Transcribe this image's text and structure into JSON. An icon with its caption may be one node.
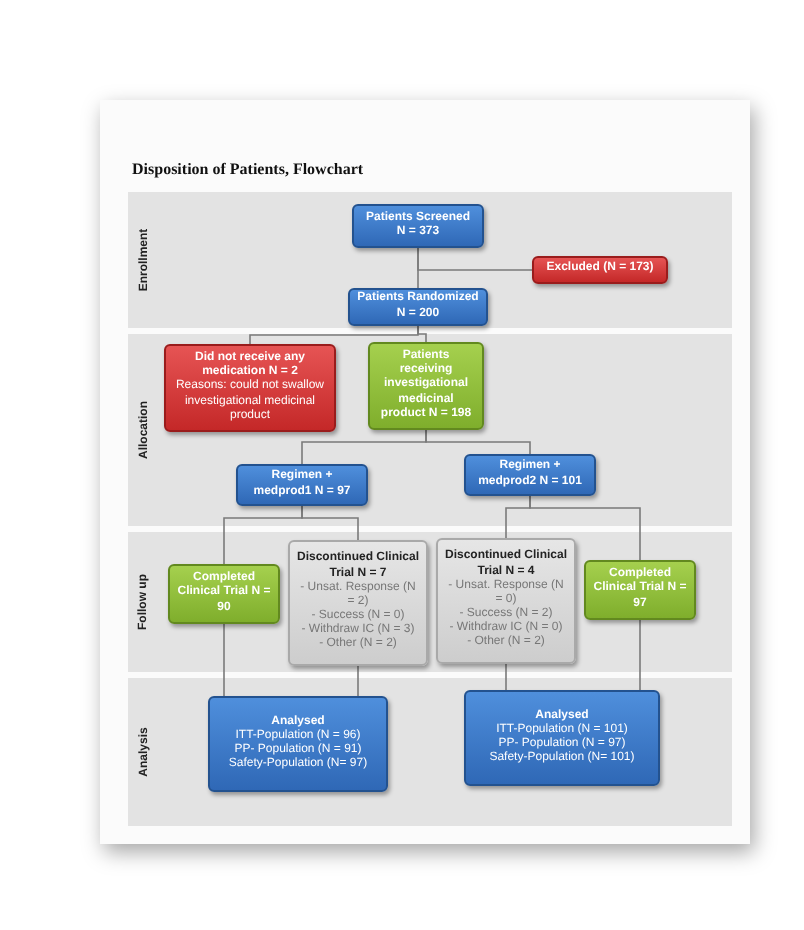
{
  "diagram": {
    "title": "Disposition of Patients, Flowchart",
    "nodes": [
      {
        "text": [
          "Enrollment"
        ]
      },
      {
        "text": [
          "Patients Screened N = 373"
        ],
        "in": 0
      },
      {
        "text": [
          "Excluded (N = 173)"
        ],
        "in": 0
      },
      {
        "text": [
          "Patients Randomized N = 200"
        ],
        "in": 0
      },
      {
        "text": [
          "Allocation"
        ]
      },
      {
        "text": [
          "Did not receive any medication N = 2",
          "Reasons: could not swallow investigational medicinal product"
        ],
        "in": 4
      },
      {
        "text": [
          "Patients receiving investigational medicinal product N = 198"
        ],
        "in": 4
      },
      {
        "text": [
          "Regimen + medprod1 N = 97"
        ],
        "in": 4
      },
      {
        "text": [
          "Regimen + medprod2 N = 101"
        ],
        "in": 4
      },
      {
        "text": [
          "Follow up"
        ]
      },
      {
        "text": [
          "Completed Clinical Trial N = 90"
        ],
        "in": 9
      },
      {
        "text": [
          "Discontinued Clinical Trial N = 7",
          "- Unsat. Response (N = 2)",
          "- Success (N = 0)",
          "- Withdraw IC (N = 3)",
          "- Other (N = 2)"
        ],
        "in": 9
      },
      {
        "text": [
          "Discontinued Clinical Trial N = 4",
          "- Unsat. Response (N = 0)",
          "- Success (N = 2)",
          "- Withdraw IC (N = 0)",
          "- Other (N = 2)"
        ],
        "in": 9
      },
      {
        "text": [
          "Completed Clinical Trial N = 97"
        ],
        "in": 9
      },
      {
        "text": [
          "Analysis"
        ]
      },
      {
        "text": [
          "Analysed",
          "ITT-Population (N = 96)",
          "PP- Population (N = 91)",
          "Safety-Population (N= 97)"
        ],
        "in": 14
      },
      {
        "text": [
          "Analysed",
          "ITT-Population (N = 101)",
          "PP- Population (N = 97)",
          "Safety-Population (N= 101)"
        ],
        "in": 14
      }
    ],
    "edges": [
      {
        "from": 1,
        "to": 3,
        "arrow": "none"
      },
      {
        "from": 1,
        "to": 2,
        "arrow": "none"
      },
      {
        "from": 3,
        "to": 5,
        "arrow": "none"
      },
      {
        "from": 3,
        "to": 6,
        "arrow": "none"
      },
      {
        "from": 6,
        "to": 7,
        "arrow": "none"
      },
      {
        "from": 6,
        "to": 8,
        "arrow": "none"
      },
      {
        "from": 7,
        "to": 10,
        "arrow": "none"
      },
      {
        "from": 7,
        "to": 11,
        "arrow": "none"
      },
      {
        "from": 8,
        "to": 12,
        "arrow": "none"
      },
      {
        "from": 8,
        "to": 13,
        "arrow": "none"
      },
      {
        "from": 10,
        "to": 15,
        "arrow": "none"
      },
      {
        "from": 11,
        "to": 15,
        "arrow": "none"
      },
      {
        "from": 12,
        "to": 16,
        "arrow": "none"
      },
      {
        "from": 13,
        "to": 16,
        "arrow": "none"
      }
    ]
  }
}
